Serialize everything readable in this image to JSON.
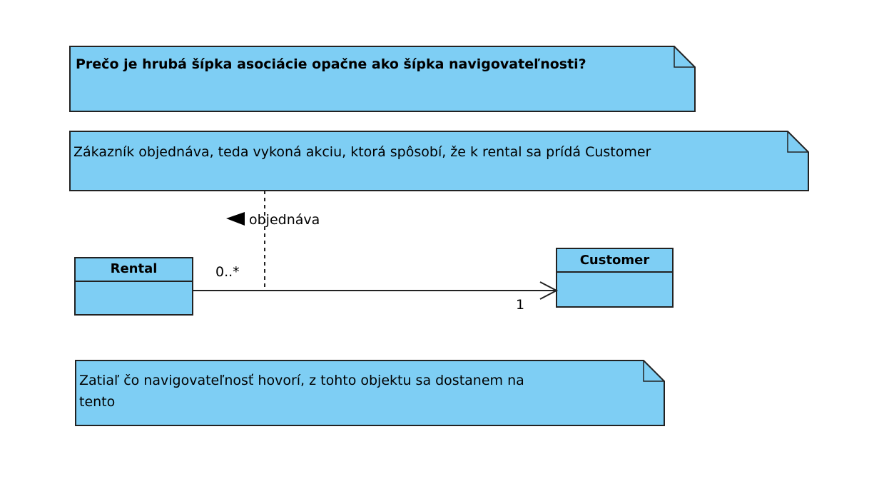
{
  "colors": {
    "fill": "#7ECEF4",
    "stroke": "#222222"
  },
  "notes": [
    {
      "text": "Prečo je hrubá šípka asociácie opačne ako šípka navigovateľnosti?"
    },
    {
      "text": "Zákazník objednáva, teda vykoná akciu, ktorá spôsobí, že k rental sa prídá Customer"
    },
    {
      "text": "Zatiaľ čo navigovateľnosť hovorí, z tohto objektu sa dostanem na\ntento"
    }
  ],
  "classes": [
    {
      "name": "Rental"
    },
    {
      "name": "Customer"
    }
  ],
  "association": {
    "name": "objednáva",
    "direction_icon": "filled-triangle-left-icon",
    "source_multiplicity": "0..*",
    "target_multiplicity": "1",
    "navigable_to": "Customer"
  }
}
